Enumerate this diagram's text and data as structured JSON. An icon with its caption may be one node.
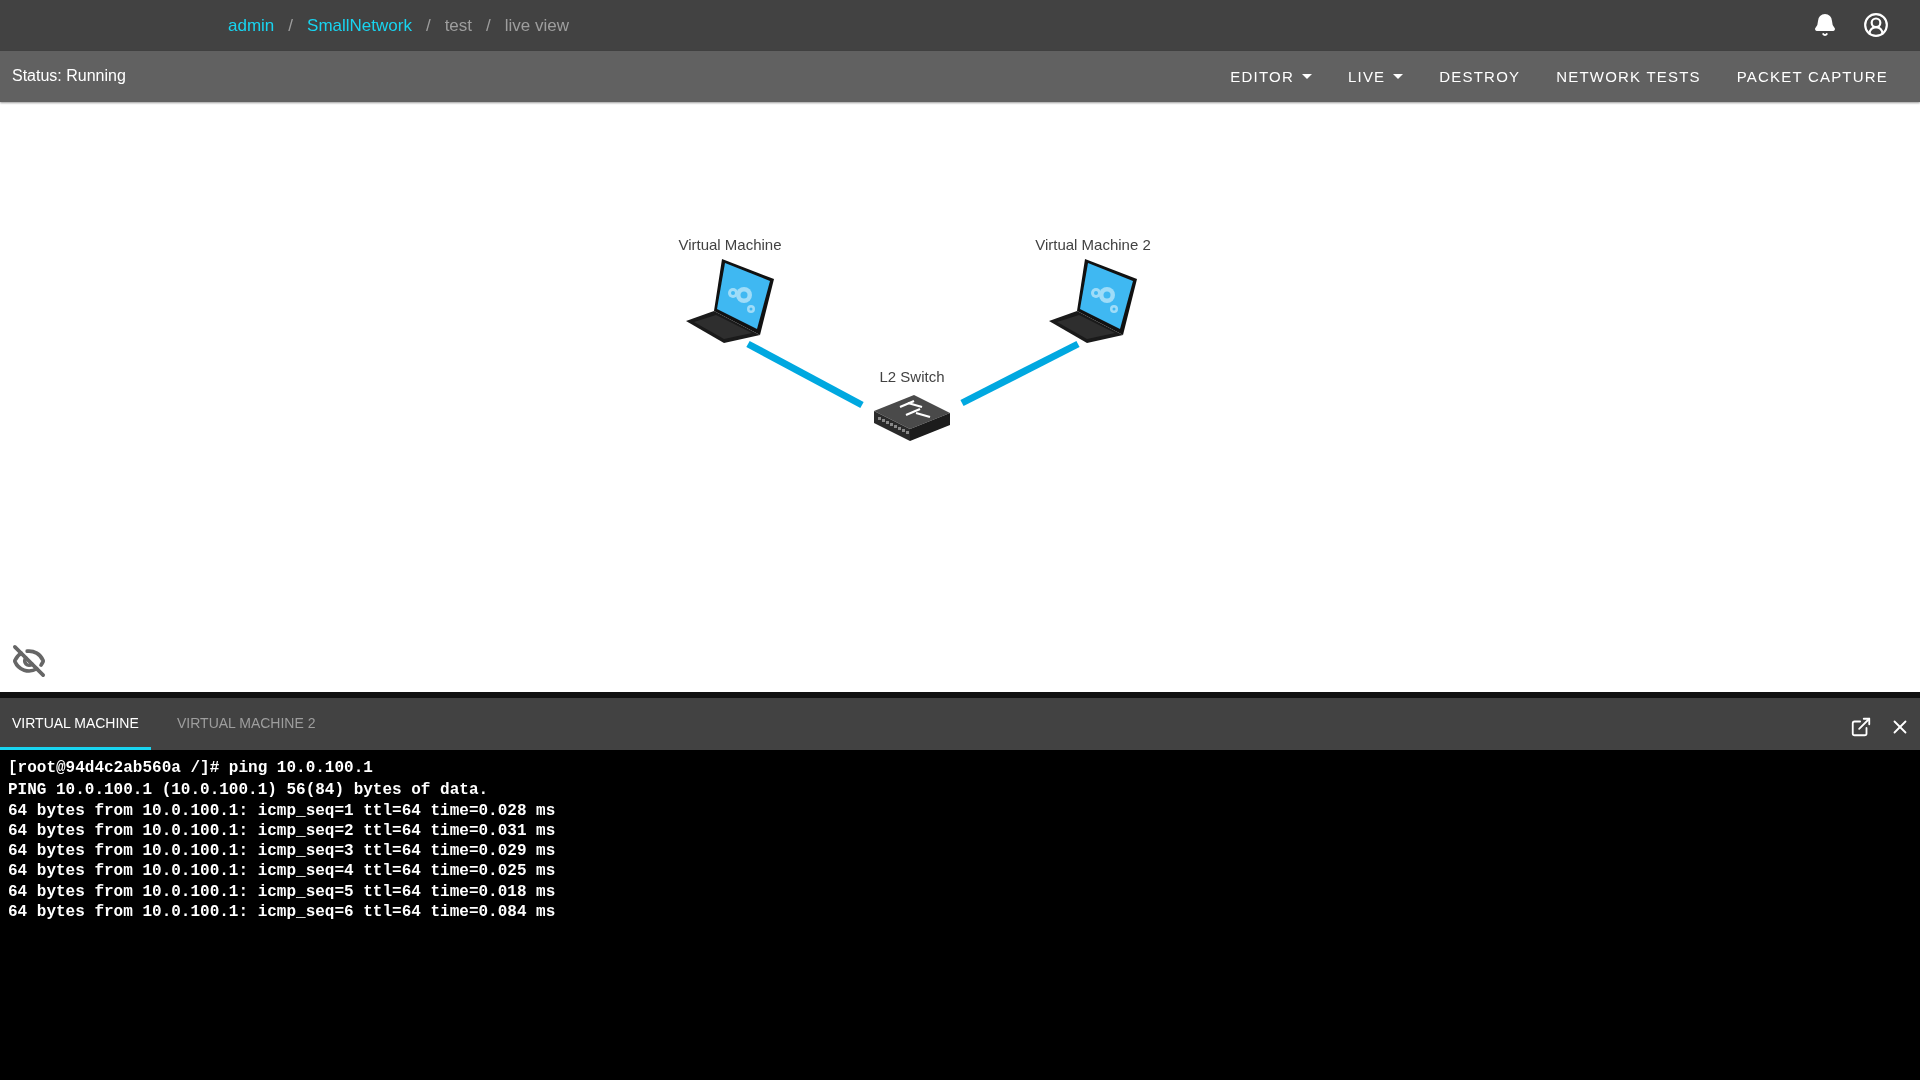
{
  "diagram": {
    "nodes": [
      {
        "text": [
          "Virtual Machine"
        ]
      },
      {
        "text": [
          "Virtual Machine 2"
        ]
      },
      {
        "text": [
          "L2 Switch"
        ]
      }
    ],
    "edges": [
      {
        "from": 0,
        "to": 2,
        "arrow": "none"
      },
      {
        "from": 1,
        "to": 2,
        "arrow": "none"
      }
    ],
    "labels": [
      "admin",
      "/",
      "SmallNetwork",
      "/",
      "test",
      "/",
      "live view",
      "Status: Running",
      "EDITOR",
      "LIVE",
      "DESTROY",
      "NETWORK TESTS",
      "PACKET CAPTURE",
      "VIRTUAL MACHINE",
      "VIRTUAL MACHINE 2",
      "[root@94d4c2ab560a /]# ping 10.0.100.1",
      "PING 10.0.100.1 (10.0.100.1) 56(84) bytes of data.",
      "64 bytes from 10.0.100.1: icmp_seq=1 ttl=64 time=0.028 ms",
      "64 bytes from 10.0.100.1: icmp_seq=2 ttl=64 time=0.031 ms",
      "64 bytes from 10.0.100.1: icmp_seq=3 ttl=64 time=0.029 ms",
      "64 bytes from 10.0.100.1: icmp_seq=4 ttl=64 time=0.025 ms",
      "64 bytes from 10.0.100.1: icmp_seq=5 ttl=64 time=0.018 ms",
      "64 bytes from 10.0.100.1: icmp_seq=6 ttl=64 time=0.084 ms"
    ]
  }
}
